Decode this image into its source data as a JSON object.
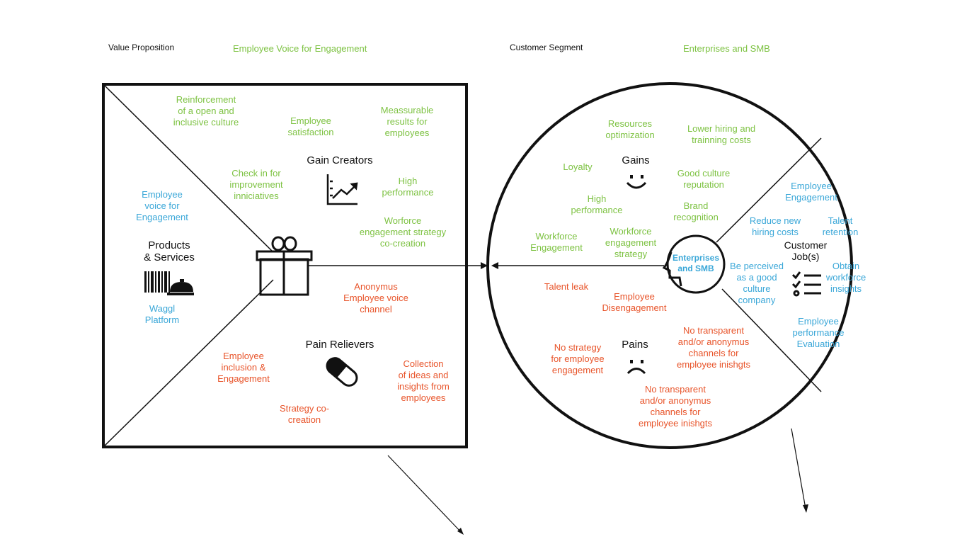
{
  "header": {
    "value_proposition_label": "Value Proposition",
    "value_proposition_title": "Employee Voice for Engagement",
    "customer_segment_label": "Customer Segment",
    "customer_segment_title": "Enterprises and SMB"
  },
  "value_map": {
    "gain_creators_title": "Gain Creators",
    "gain_creators": [
      "Reinforcement\nof a open and\ninclusive culture",
      "Employee\nsatisfaction",
      "Meassurable\nresults for\nemployees",
      "Check in for\nimprovement\ninniciatives",
      "High\nperformance",
      "Worforce\nengagement strategy\nco-creation"
    ],
    "products_title": "Products\n& Services",
    "products": [
      "Employee\nvoice for\nEngagement",
      "Waggl\nPlatform"
    ],
    "pain_relievers_title": "Pain Relievers",
    "pain_relievers": [
      "Anonymus\nEmployee voice\nchannel",
      "Employee\ninclusion &\nEngagement",
      "Collection\nof ideas and\ninsights from\nemployees",
      "Strategy co-\ncreation"
    ]
  },
  "customer_profile": {
    "gains_title": "Gains",
    "gains": [
      "Resources\noptimization",
      "Lower hiring and\ntrainning costs",
      "Loyalty",
      "Good culture\nreputation",
      "High\nperformance",
      "Brand\nrecognition",
      "Workforce\nEngagement",
      "Workforce\nengagement\nstrategy"
    ],
    "jobs_title": "Customer\nJob(s)",
    "jobs": [
      "Employee\nEngagement",
      "Reduce new\nhiring costs",
      "Talent\nretention",
      "Be perceived\nas a good\nculture\ncompany",
      "Obtain\nworkforce\ninsights",
      "Employee\nperformance\nEvaluation"
    ],
    "pains_title": "Pains",
    "pains": [
      "Talent leak",
      "Employee\nDisengagement",
      "No strategy\nfor employee\nengagement",
      "No transparent\nand/or anonymus\nchannels for\nemployee inishgts",
      "No transparent\nand/or anonymus\nchannels for\nemployee inishgts"
    ],
    "center_label": "Enterprises\nand SMB"
  },
  "icons": {
    "gift": "gift-icon",
    "chart": "growth-chart-icon",
    "barcode_service": "barcode-service-icon",
    "pill": "pill-icon",
    "smile": "smile-icon",
    "frown": "frown-icon",
    "checklist": "checklist-icon",
    "head": "head-profile-icon"
  },
  "colors": {
    "gain": "#7dc242",
    "product_job": "#3aa7d8",
    "pain": "#e8542a"
  }
}
